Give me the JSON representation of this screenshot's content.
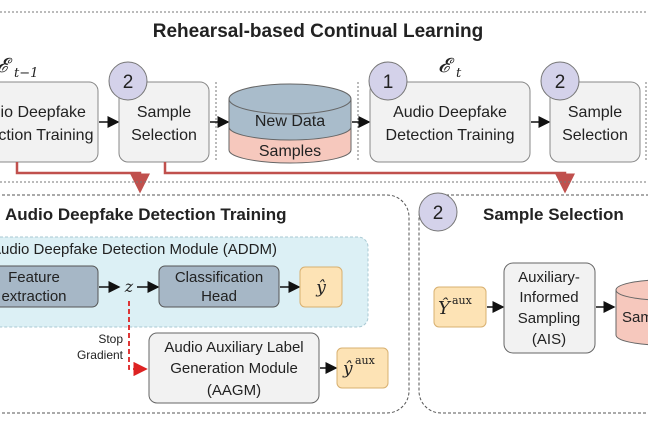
{
  "title": "Rehearsal-based Continual Learning",
  "top": {
    "prev_experience": "𝓔",
    "prev_experience_sub": "t−1",
    "cur_experience": "𝓔",
    "cur_experience_sub": "t",
    "box1": {
      "line1": "Audio Deepfake",
      "line2": "Detection Training"
    },
    "box2": {
      "step": "2",
      "line1": "Sample",
      "line2": "Selection"
    },
    "db": {
      "top": "New Data",
      "bottom": "Samples"
    },
    "box3": {
      "step": "1",
      "line1": "Audio Deepfake",
      "line2": "Detection Training"
    },
    "box4": {
      "step": "2",
      "line1": "Sample",
      "line2": "Selection"
    }
  },
  "left_panel": {
    "title": "Audio Deepfake Detection Training",
    "addm_label": "Audio Deepfake Detection Module (ADDM)",
    "feature": {
      "line1": "Feature",
      "line2": "extraction"
    },
    "z": "z",
    "classifier": {
      "line1": "Classification",
      "line2": "Head"
    },
    "y_hat": "ŷ",
    "stop_gradient": {
      "line1": "Stop",
      "line2": "Gradient"
    },
    "aagm": {
      "line1": "Audio Auxiliary Label",
      "line2": "Generation Module",
      "line3": "(AAGM)"
    },
    "y_aux": "ŷ",
    "y_aux_sup": "aux"
  },
  "right_panel": {
    "step": "2",
    "title": "Sample Selection",
    "Y_aux": "Ŷ",
    "Y_aux_sup": "aux",
    "ais": {
      "line1": "Auxiliary-",
      "line2": "Informed",
      "line3": "Sampling",
      "line4": "(AIS)"
    },
    "samples": "Samples"
  },
  "colors": {
    "box_fill": "#f2f2f2",
    "step_circle": "#d4d2ea",
    "db_blue": "#a9bccb",
    "db_pink": "#f6c8bd",
    "addm_bg": "#dcf0f5",
    "module_fill": "#a6b7c6",
    "output_fill": "#fde3b5",
    "red_arrow": "#c0504d"
  }
}
